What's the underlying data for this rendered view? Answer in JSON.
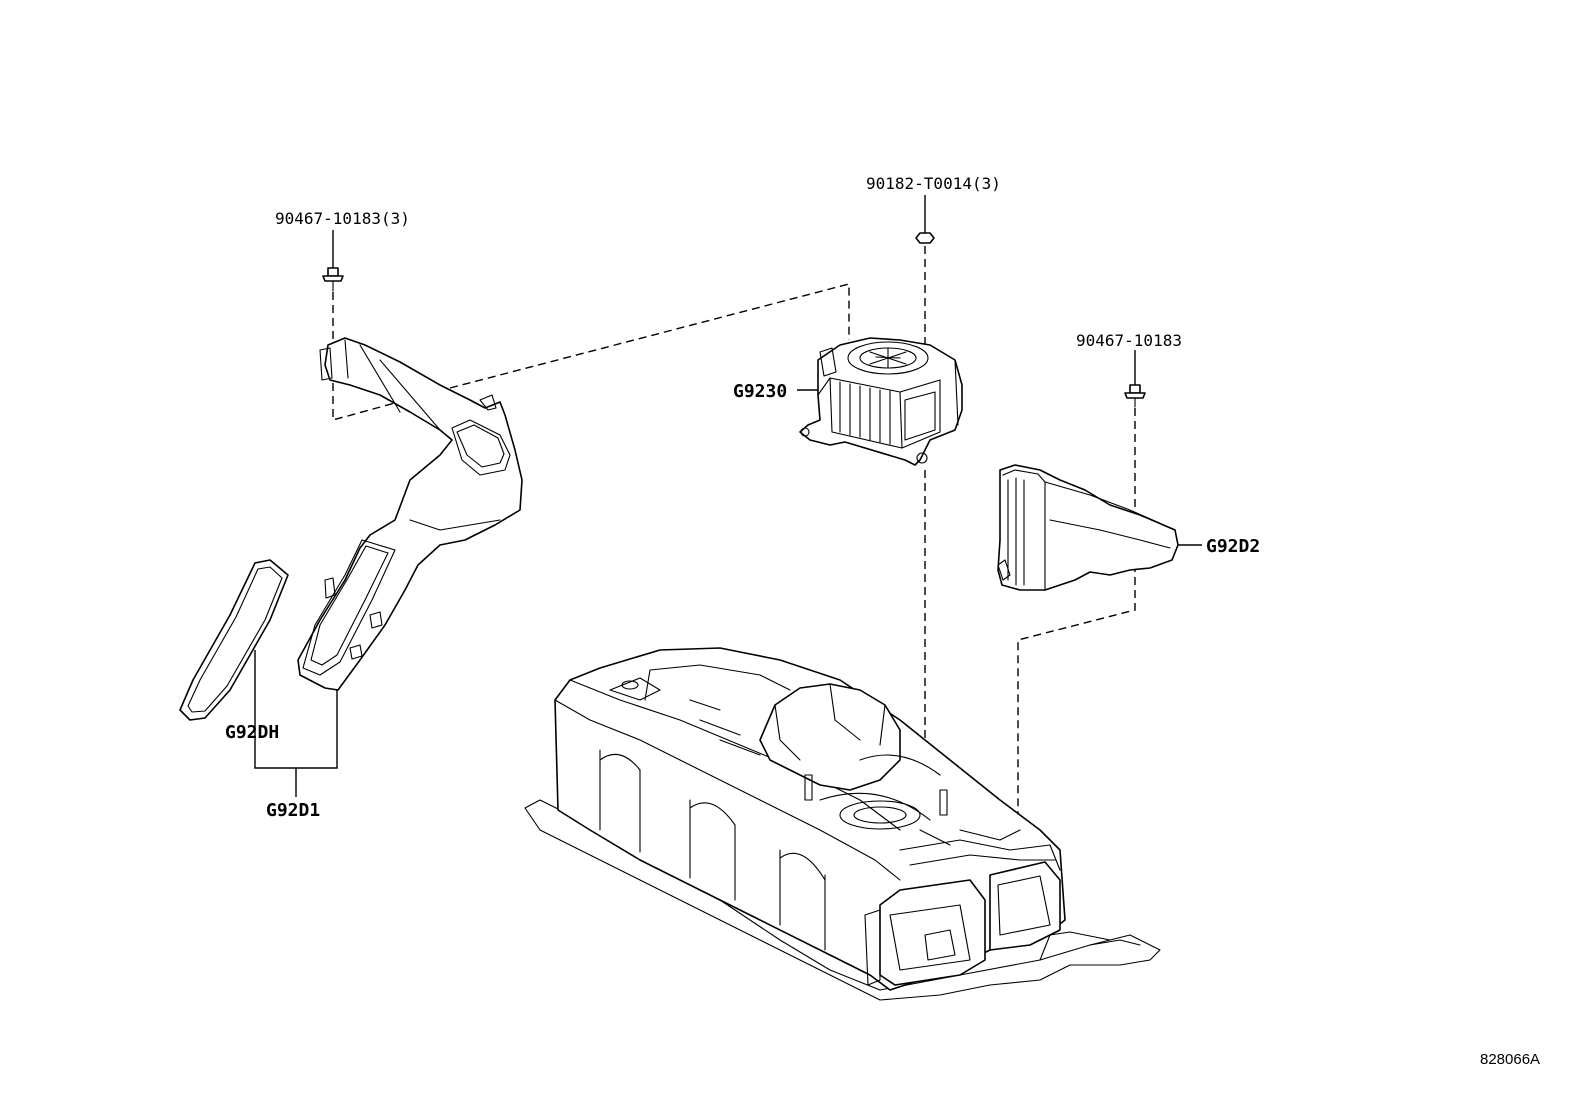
{
  "labels": {
    "bolt_left": "90467-10183(3)",
    "nut_center": "90182-T0014(3)",
    "bolt_right": "90467-10183",
    "blower": "G9230",
    "duct_right": "G92D2",
    "gasket": "G92DH",
    "duct_left": "G92D1"
  },
  "figure_ref": "828066A"
}
